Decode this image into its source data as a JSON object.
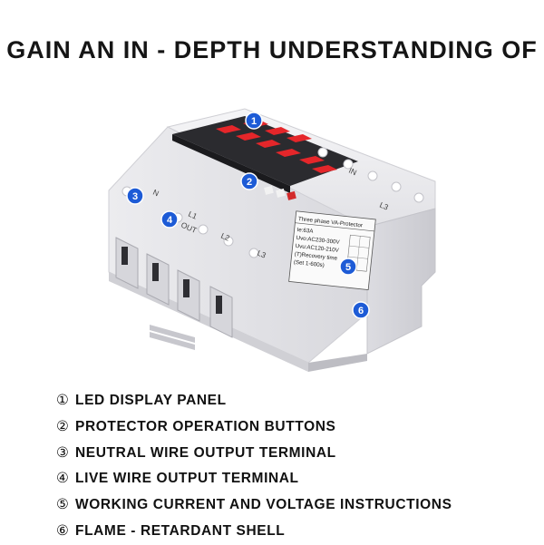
{
  "title": "GAIN AN IN - DEPTH UNDERSTANDING OF",
  "device": {
    "badges": [
      "1",
      "2",
      "3",
      "4",
      "5",
      "6"
    ],
    "terminal_labels": {
      "n": "N",
      "l1": "L1",
      "out": "OUT",
      "l2": "L2",
      "l3": "L3",
      "in": "IN",
      "l3_top": "L3"
    },
    "label_lines": [
      "Three phase VA-Protector",
      "Ie:63A",
      "Uvo:AC230-300V",
      "Uvu:AC120-210V",
      "(T)Recovery time",
      "(Set 1-600s)"
    ],
    "colors": {
      "badge": "#1d5bd6",
      "display_red": "#e5262a",
      "housing": "#eeeef0",
      "front_panel": "#2b2b2f"
    }
  },
  "legend": [
    {
      "num": "①",
      "text": "LED DISPLAY PANEL"
    },
    {
      "num": "②",
      "text": "PROTECTOR OPERATION BUTTONS"
    },
    {
      "num": "③",
      "text": "NEUTRAL WIRE OUTPUT TERMINAL"
    },
    {
      "num": "④",
      "text": "LIVE WIRE OUTPUT TERMINAL"
    },
    {
      "num": "⑤",
      "text": "WORKING CURRENT AND VOLTAGE INSTRUCTIONS"
    },
    {
      "num": "⑥",
      "text": "FLAME - RETARDANT SHELL"
    }
  ]
}
